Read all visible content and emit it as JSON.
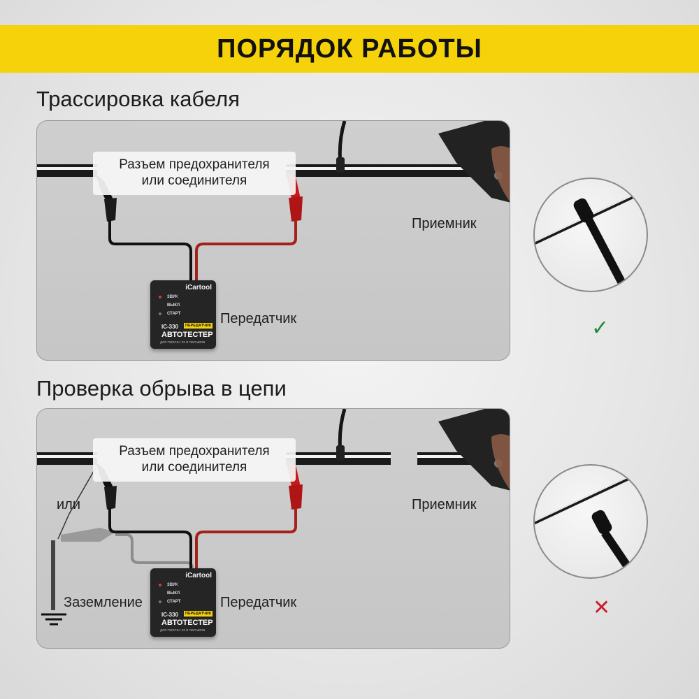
{
  "header": {
    "title": "ПОРЯДОК РАБОТЫ"
  },
  "sections": [
    {
      "title": "Трассировка кабеля",
      "connector_label_line1": "Разъем предохранителя",
      "connector_label_line2": "или соединителя",
      "receiver_label": "Приемник",
      "transmitter_label": "Передатчик",
      "result_icon": "check-icon",
      "result_color": "#1f8a3b",
      "result_symbol": "✓"
    },
    {
      "title": "Проверка обрыва в цепи",
      "connector_label_line1": "Разъем предохранителя",
      "connector_label_line2": "или соединителя",
      "or_label": "или",
      "ground_label": "Заземление",
      "receiver_label": "Приемник",
      "transmitter_label": "Передатчик",
      "result_icon": "cross-icon",
      "result_color": "#c8202a",
      "result_symbol": "✕"
    }
  ],
  "device": {
    "brand": "iCartool",
    "options": [
      "ЗВУК",
      "ВЫКЛ",
      "СТАРТ"
    ],
    "model": "IC-330",
    "tag": "ПЕРЕДАТЧИК",
    "title": "АВТОТЕСТЕР",
    "subtitle": "ДЛЯ ПОИСКА КЗ И ОБРЫВОВ"
  },
  "colors": {
    "accent": "#f5d20a",
    "clip_red": "#c41a1a",
    "clip_black": "#1a1a1a"
  }
}
